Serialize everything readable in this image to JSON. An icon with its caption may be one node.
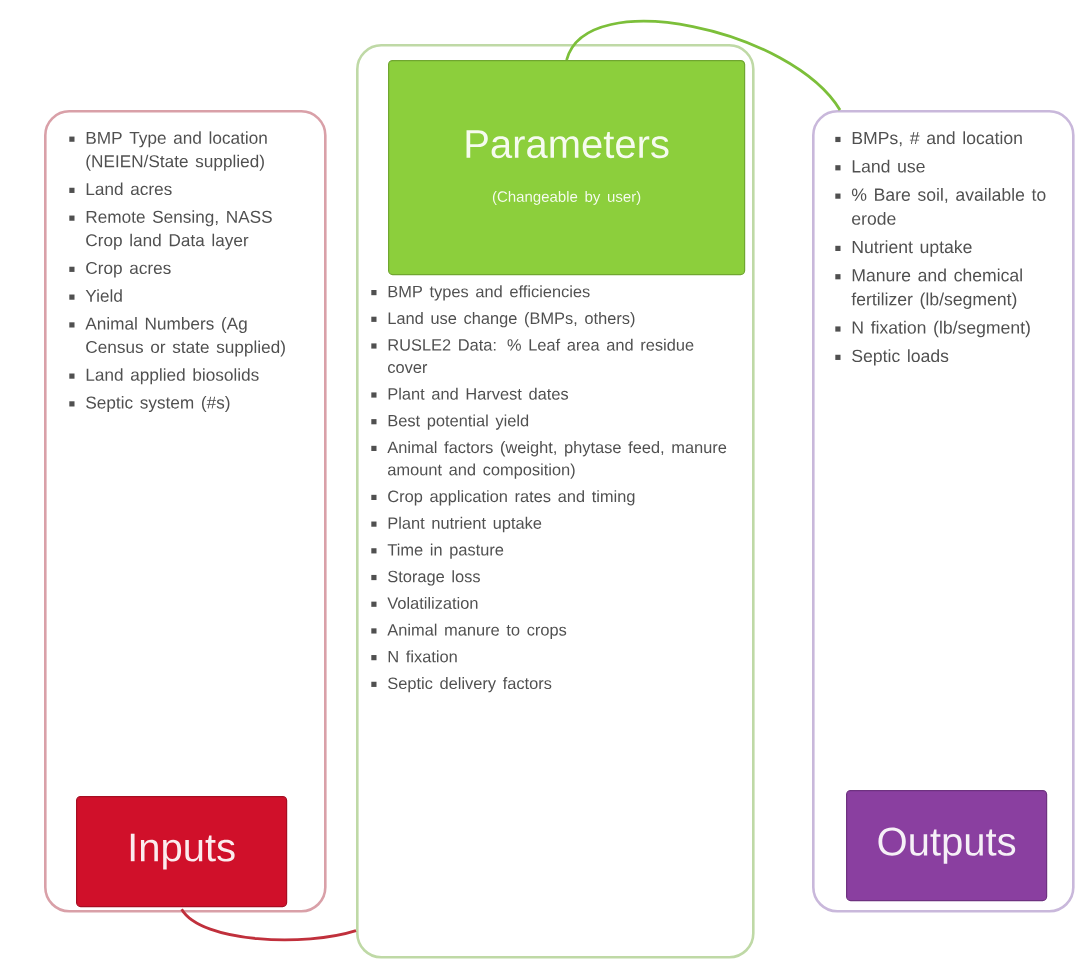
{
  "diagram": {
    "nodes": [
      {
        "text": [
          "BMP Type and location (NEIEN/State supplied)",
          "Land acres",
          "Remote Sensing, NASS Crop land Data layer",
          "Crop acres",
          "Yield",
          "Animal Numbers (Ag Census or state supplied)",
          "Land applied biosolids",
          "Septic system (#s)"
        ]
      },
      {
        "text": [
          "Inputs"
        ],
        "in": 0
      },
      {
        "text": [
          "BMP types and efficiencies",
          "Land use change (BMPs, others)",
          "RUSLE2 Data: % Leaf area and residue cover",
          "Plant and Harvest dates",
          "Best potential yield",
          "Animal factors (weight, phytase feed, manure amount and composition)",
          "Crop application rates and timing",
          "Plant nutrient uptake",
          "Time in pasture",
          "Storage loss",
          "Volatilization",
          "Animal manure to crops",
          "N fixation",
          "Septic delivery factors"
        ]
      },
      {
        "text": [
          "Parameters",
          "(Changeable by user)"
        ],
        "in": 2
      },
      {
        "text": [
          "BMPs, # and location",
          "Land use",
          "% Bare soil, available to erode",
          "Nutrient uptake",
          "Manure and chemical fertilizer (lb/segment)",
          "N fixation (lb/segment)",
          "Septic loads"
        ]
      },
      {
        "text": [
          "Outputs"
        ],
        "in": 4
      }
    ],
    "edges": [
      {
        "from": 1,
        "to": 2,
        "arrow": "none",
        "color": "#c0303c"
      },
      {
        "from": 3,
        "to": 4,
        "arrow": "none",
        "color": "#7cbf3a"
      }
    ]
  }
}
